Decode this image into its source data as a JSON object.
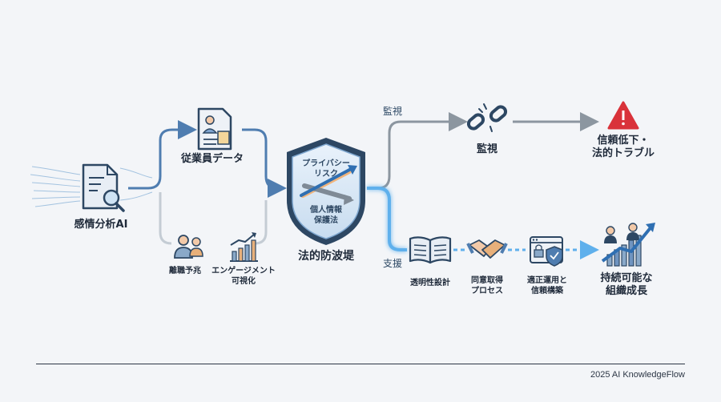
{
  "nodes": {
    "ai": {
      "label": "感情分析AI",
      "icon": "document-magnifier-icon"
    },
    "employee": {
      "label": "従業員データ",
      "icon": "employee-document-icon"
    },
    "attrition": {
      "label": "離職予兆",
      "icon": "people-icon"
    },
    "engagement": {
      "label": "エンゲージメント\n可視化",
      "icon": "growth-chart-icon"
    },
    "shield": {
      "label": "法的防波堤",
      "risk_text": "プライバシー\nリスク",
      "protect_text": "個人情報\n保護法",
      "icon": "shield-icon"
    },
    "monitor": {
      "label": "監視",
      "icon": "broken-chain-icon"
    },
    "distrust": {
      "label": "信頼低下・\n法的トラブル",
      "icon": "warning-icon"
    },
    "transparency": {
      "label": "透明性設計",
      "icon": "open-book-icon"
    },
    "consent": {
      "label": "同意取得\nプロセス",
      "icon": "handshake-icon"
    },
    "trust": {
      "label": "適正運用と\n信頼構築",
      "icon": "secure-window-icon"
    },
    "growth": {
      "label": "持続可能な\n組織成長",
      "icon": "business-growth-icon"
    }
  },
  "branches": {
    "monitor": "監視",
    "support": "支援"
  },
  "footer": {
    "credit": "2025 AI KnowledgeFlow"
  },
  "colors": {
    "flow_blue": "#4f7db0",
    "flow_gray": "#8c96a0",
    "glow_blue": "#5fb0ec",
    "warning_red": "#d9323a",
    "navy": "#2d4763"
  }
}
